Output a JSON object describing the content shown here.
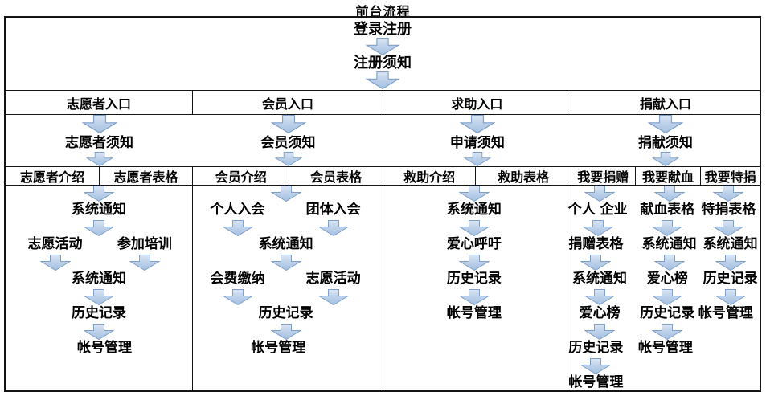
{
  "colors": {
    "arrow_fill_light": "#d9e4f3",
    "arrow_fill_dark": "#a6c2e3",
    "arrow_stroke": "#7f9fc8",
    "border": "#141414"
  },
  "diagram": {
    "title": "前台流程",
    "top_flow": [
      "登录注册",
      "注册须知"
    ],
    "columns": [
      {
        "header": "志愿者入口",
        "notice": "志愿者须知",
        "width_pct": 24.85,
        "subheaders": [
          {
            "label": "志愿者介绍",
            "width_pct": 50.4
          },
          {
            "label": "志愿者表格",
            "width_pct": 49.6
          }
        ],
        "flows": [
          {
            "x": 0.5,
            "steps": [
              [
                {
                  "label": "系统通知",
                  "x": 0.5
                }
              ],
              [
                {
                  "label": "志愿活动",
                  "x": 0.265
                },
                {
                  "label": "参加培训",
                  "x": 0.745
                }
              ],
              [
                {
                  "label": "系统通知",
                  "x": 0.5
                }
              ],
              [
                {
                  "label": "历史记录",
                  "x": 0.5
                }
              ],
              [
                {
                  "label": "帐号管理",
                  "x": 0.53
                }
              ]
            ]
          }
        ]
      },
      {
        "header": "会员入口",
        "notice": "会员须知",
        "width_pct": 25.25,
        "subheaders": [
          {
            "label": "会员介绍",
            "width_pct": 51.0
          },
          {
            "label": "会员表格",
            "width_pct": 49.0
          }
        ],
        "flows": [
          {
            "x": 0.49,
            "steps": [
              [
                {
                  "label": "个人入会",
                  "x": 0.235
                },
                {
                  "label": "团体入会",
                  "x": 0.74
                }
              ],
              [
                {
                  "label": "系统通知",
                  "x": 0.49
                }
              ],
              [
                {
                  "label": "会费缴纳",
                  "x": 0.235
                },
                {
                  "label": "志愿活动",
                  "x": 0.74
                }
              ],
              [
                {
                  "label": "历史记录",
                  "x": 0.49
                }
              ],
              [
                {
                  "label": "帐号管理",
                  "x": 0.45
                }
              ]
            ]
          }
        ]
      },
      {
        "header": "求助入口",
        "notice": "申请须知",
        "width_pct": 24.95,
        "subheaders": [
          {
            "label": "救助介绍",
            "width_pct": 49.5
          },
          {
            "label": "救助表格",
            "width_pct": 50.5
          }
        ],
        "flows": [
          {
            "x": 0.485,
            "steps": [
              [
                {
                  "label": "系统通知",
                  "x": 0.485
                }
              ],
              [
                {
                  "label": "爱心呼吁",
                  "x": 0.485
                }
              ],
              [
                {
                  "label": "历史记录",
                  "x": 0.485
                }
              ],
              [
                {
                  "label": "帐号管理",
                  "x": 0.485
                }
              ]
            ]
          }
        ]
      },
      {
        "header": "捐献入口",
        "notice": "捐献须知",
        "width_pct": 24.95,
        "subheaders": [
          {
            "label": "我要捐赠",
            "width_pct": 34.0
          },
          {
            "label": "我要献血",
            "width_pct": 35.0
          },
          {
            "label": "我要特捐",
            "width_pct": 31.0
          }
        ],
        "flows": [
          {
            "x": 0.15,
            "steps": [
              [
                {
                  "label": "个人 企业",
                  "x": 0.14
                }
              ],
              [
                {
                  "label": "捐赠表格",
                  "x": 0.13
                }
              ],
              [
                {
                  "label": "系统通知",
                  "x": 0.15
                }
              ],
              [
                {
                  "label": "爱心榜",
                  "x": 0.15
                }
              ],
              [
                {
                  "label": "历史记录",
                  "x": 0.13
                }
              ],
              [
                {
                  "label": "帐号管理",
                  "x": 0.13
                }
              ]
            ]
          },
          {
            "x": 0.52,
            "steps": [
              [
                {
                  "label": "献血表格",
                  "x": 0.51
                }
              ],
              [
                {
                  "label": "系统通知",
                  "x": 0.52
                }
              ],
              [
                {
                  "label": "爱心榜",
                  "x": 0.51
                }
              ],
              [
                {
                  "label": "历史记录",
                  "x": 0.51
                }
              ],
              [
                {
                  "label": "帐号管理",
                  "x": 0.5
                }
              ]
            ]
          },
          {
            "x": 0.835,
            "steps": [
              [
                {
                  "label": "特捐表格",
                  "x": 0.835
                }
              ],
              [
                {
                  "label": "系统通知",
                  "x": 0.845
                }
              ],
              [
                {
                  "label": "历史记录",
                  "x": 0.845
                }
              ],
              [
                {
                  "label": "帐号管理",
                  "x": 0.82
                }
              ]
            ]
          }
        ]
      }
    ]
  }
}
